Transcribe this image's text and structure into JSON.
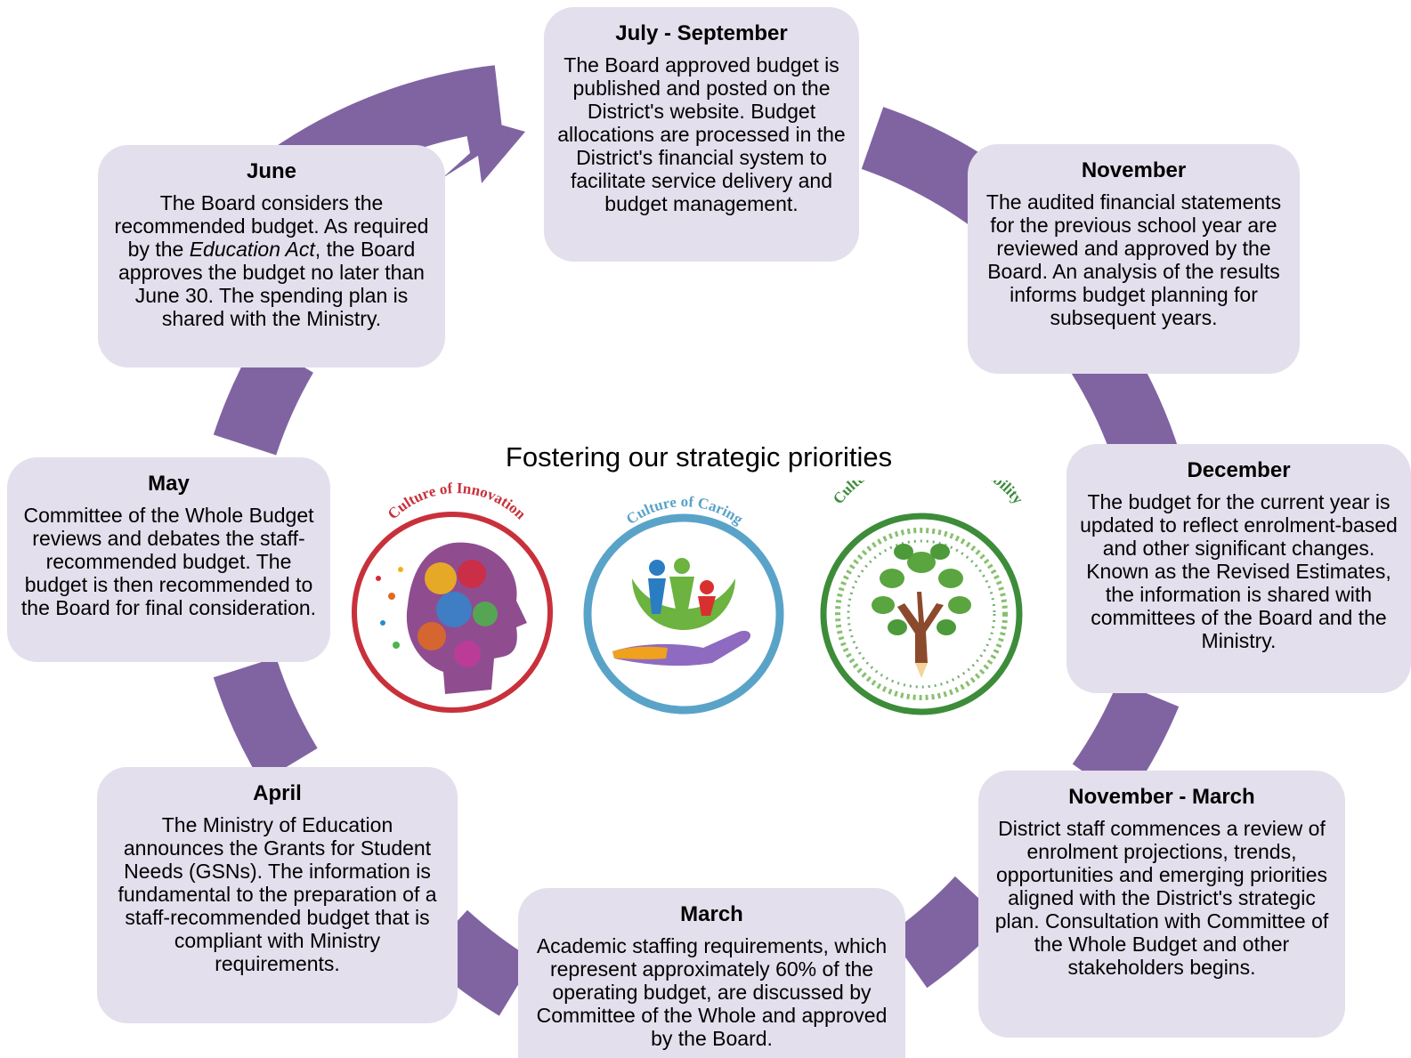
{
  "center": {
    "title": "Fostering our strategic priorities",
    "logos": [
      {
        "label": "Culture of Innovation",
        "icon": "head-silhouette-icon",
        "color": "#c8313b"
      },
      {
        "label": "Culture of Caring",
        "icon": "people-in-hand-icon",
        "color": "#5aa3c8"
      },
      {
        "label": "Culture of Social Responsibility",
        "icon": "tree-pencil-icon",
        "color": "#3d8c3a"
      }
    ]
  },
  "stages": [
    {
      "title": "July - September",
      "text": "The Board approved budget is published and posted on the District's website. Budget allocations are processed in the District's financial system to facilitate service delivery and budget management."
    },
    {
      "title": "November",
      "text": "The audited financial statements for the previous school year are reviewed and approved by the Board.  An analysis of the results informs budget planning for subsequent years."
    },
    {
      "title": "December",
      "text": "The budget for the current year is updated to reflect enrolment-based and other significant changes. Known as the Revised Estimates, the information is shared with committees of the Board and the Ministry."
    },
    {
      "title": "November - March",
      "text": "District staff commences a review of enrolment projections, trends, opportunities and emerging priorities aligned with the District's strategic plan. Consultation with Committee of the Whole Budget and other stakeholders begins."
    },
    {
      "title": "March",
      "text": "Academic staffing requirements, which represent approximately 60% of the operating budget, are discussed by Committee of the Whole and approved by the Board."
    },
    {
      "title": "April",
      "text": "The Ministry of Education announces the Grants for Student Needs (GSNs). The information is fundamental to the preparation of a staff-recommended budget that is compliant with Ministry requirements."
    },
    {
      "title": "May",
      "text": "Committee of the Whole Budget reviews and debates the staff-recommended budget. The budget is then recommended to the Board for final consideration."
    },
    {
      "title": "June",
      "text_before": "The Board considers the recommended budget. As required by the ",
      "text_italic": "Education Act",
      "text_after": ", the Board approves the budget no later than June 30. The spending plan is shared with the Ministry."
    }
  ],
  "colors": {
    "ring": "#8064a2",
    "box": "#e4dfec"
  }
}
